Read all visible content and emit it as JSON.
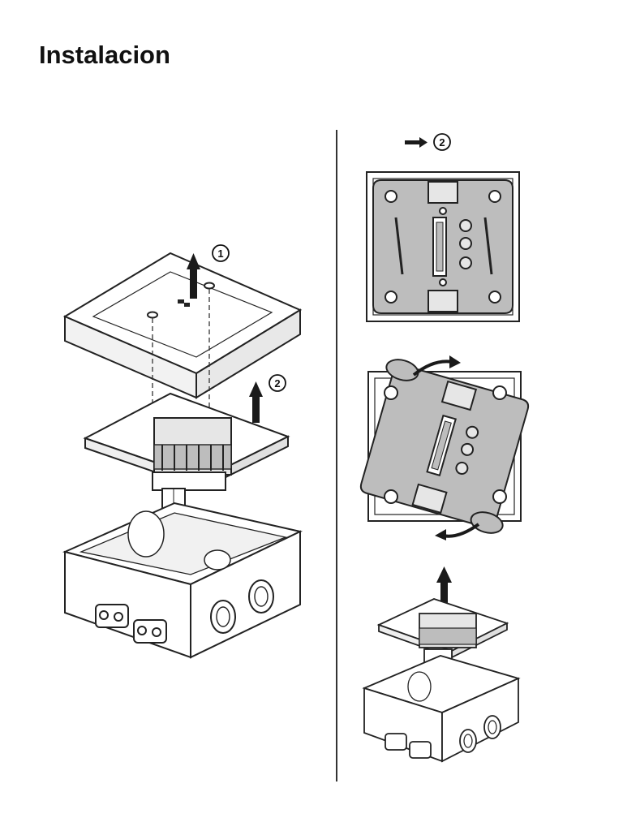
{
  "title": "Instalacion",
  "steps": {
    "step1": "1",
    "step2": "2",
    "right_step": "2"
  },
  "colors": {
    "line": "#222222",
    "fill_gray": "#bdbdbd",
    "fill_light": "#e6e6e6",
    "fill_white": "#ffffff",
    "arrow": "#1a1a1a"
  }
}
